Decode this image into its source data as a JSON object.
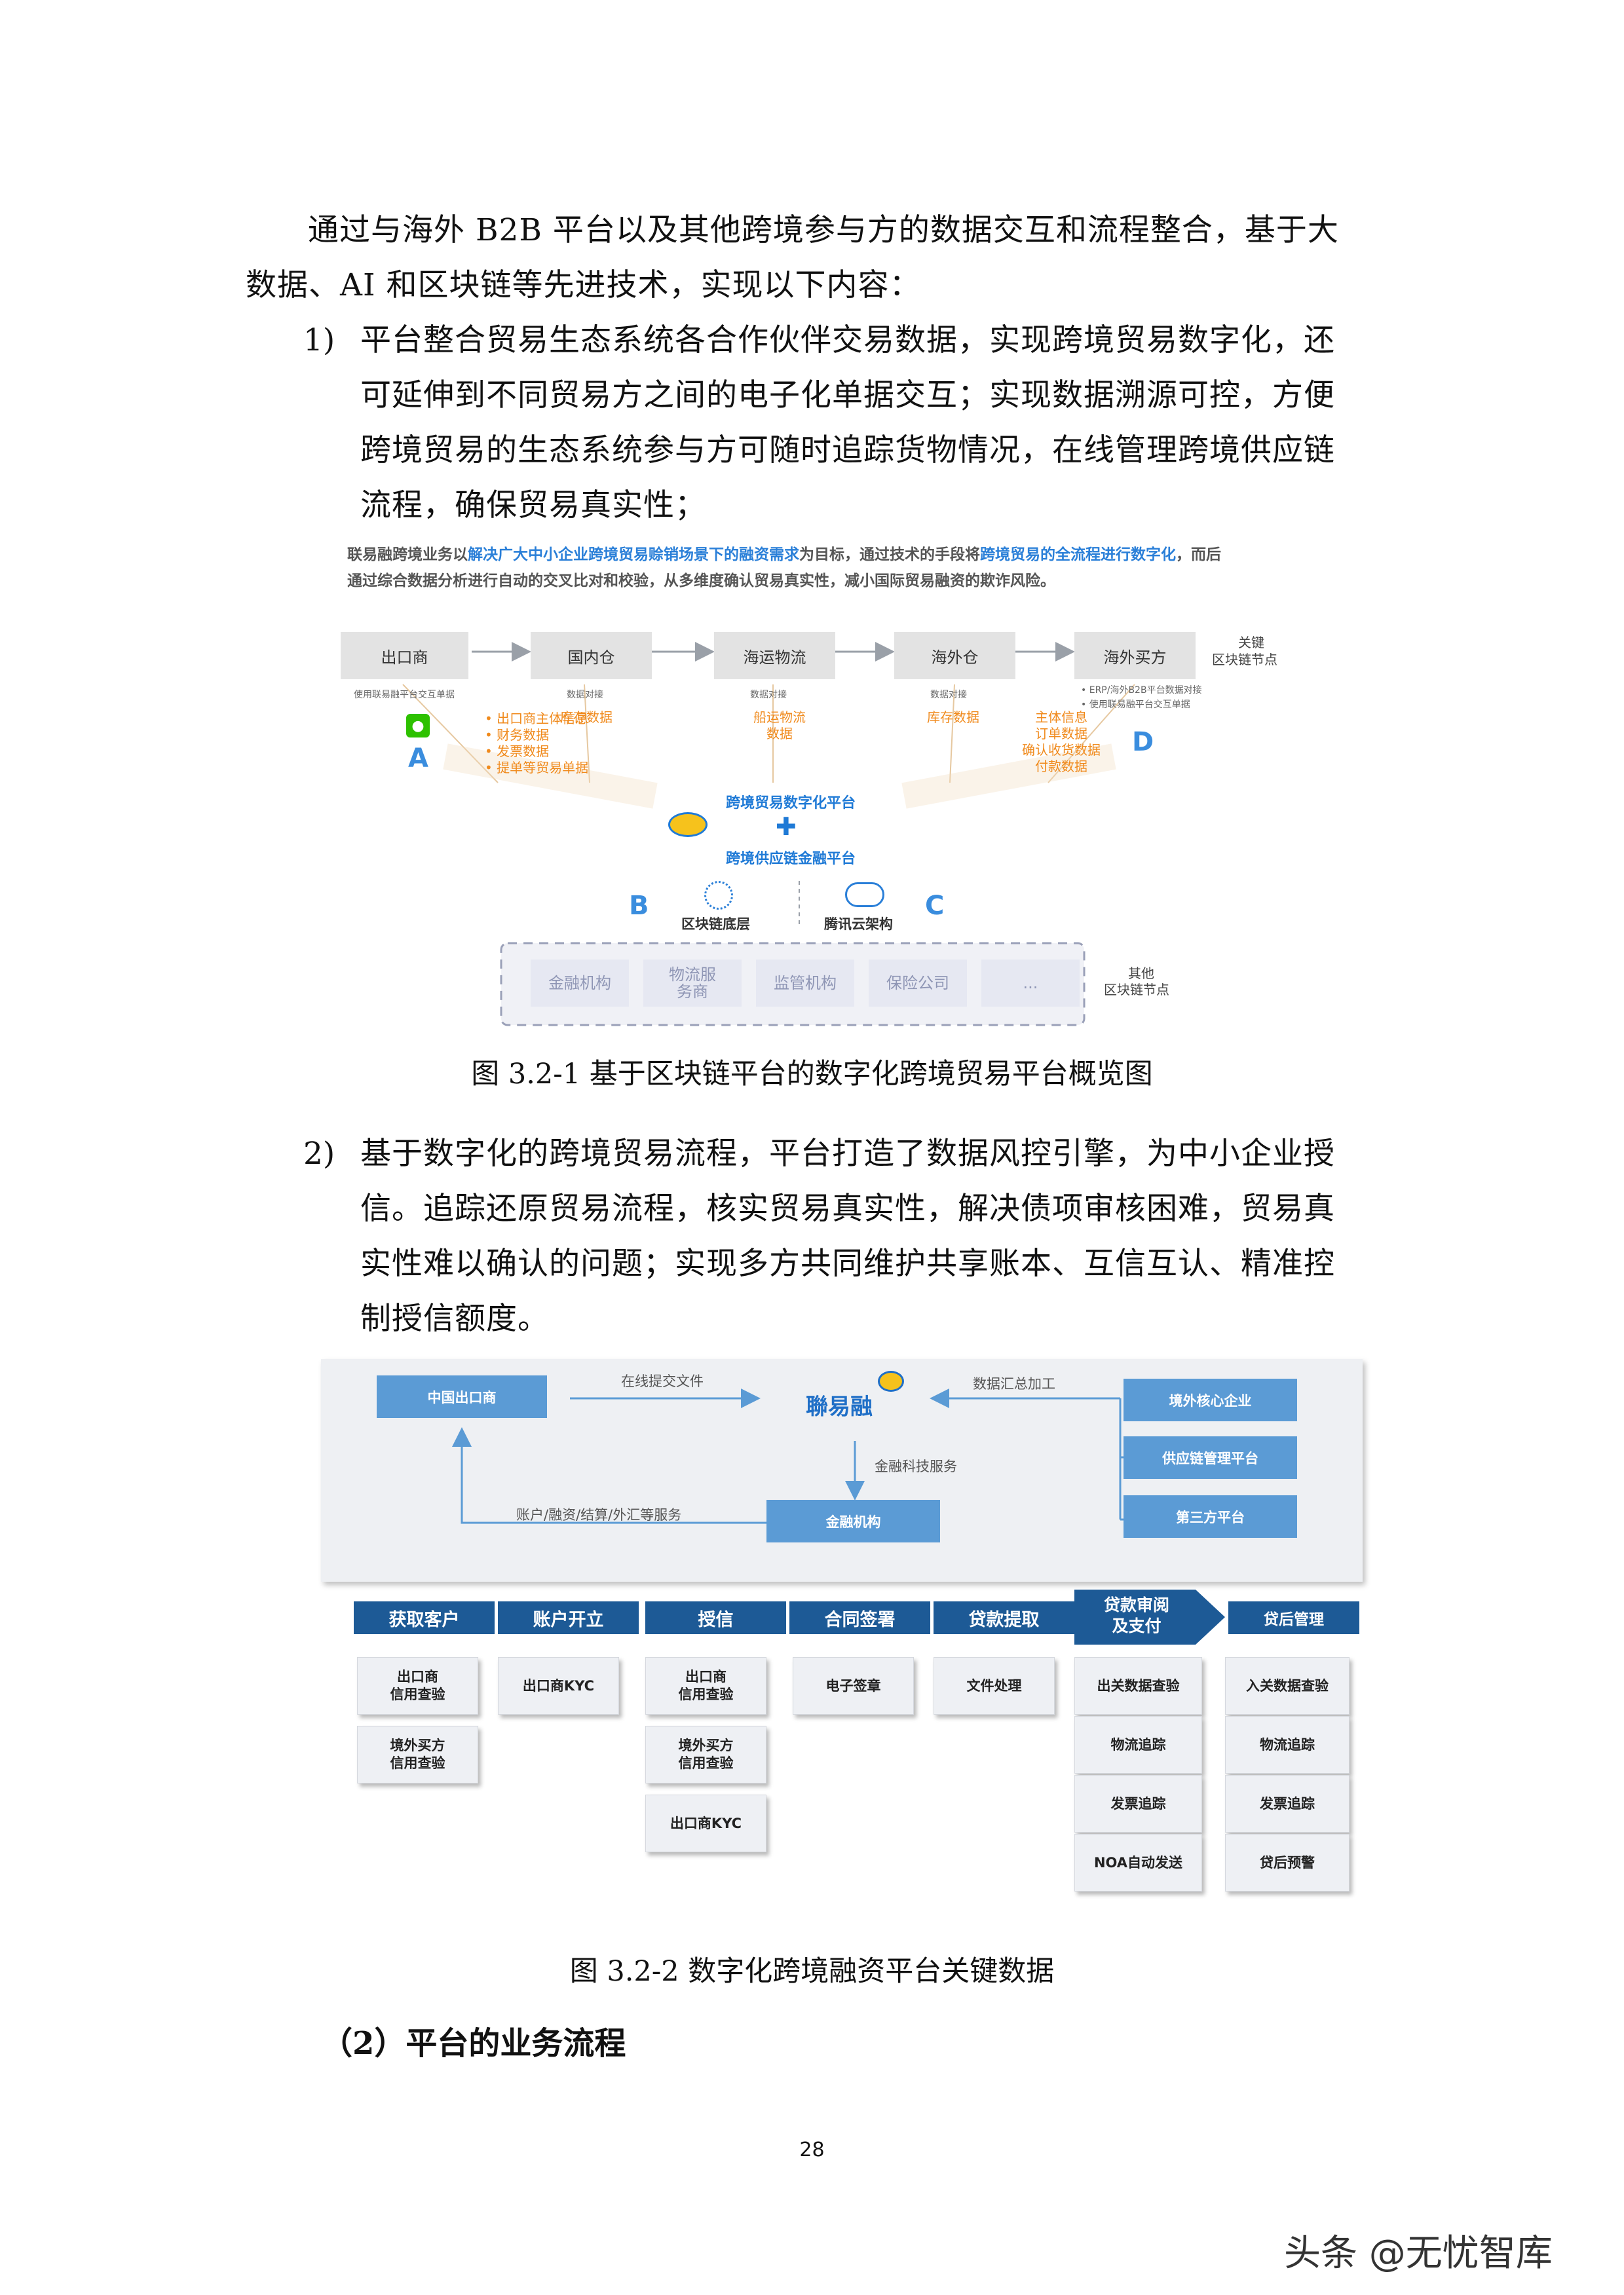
{
  "intro": {
    "line1": "通过与海外 B2B 平台以及其他跨境参与方的数据交互和流程整合，基于大",
    "line2": "数据、AI 和区块链等先进技术，实现以下内容："
  },
  "item1": {
    "num": "1)",
    "lines": [
      "平台整合贸易生态系统各合作伙伴交易数据，实现跨境贸易数字化，还",
      "可延伸到不同贸易方之间的电子化单据交互；实现数据溯源可控，方便",
      "跨境贸易的生态系统参与方可随时追踪货物情况，在线管理跨境供应链",
      "流程，确保贸易真实性；"
    ]
  },
  "fig1": {
    "header_line1": {
      "a": "联易融跨境业务以",
      "b": "解决广大中小企业跨境贸易赊销场景下的融资需求",
      "c": "为目标，通过技术的手段将",
      "d": "跨境贸易的全流程进行数字化",
      "e": "，而后"
    },
    "header_line2": "通过综合数据分析进行自动的交叉比对和校验，从多维度确认贸易真实性，减小国际贸易融资的欺诈风险。",
    "nodes": [
      "出口商",
      "国内仓",
      "海运物流",
      "海外仓",
      "海外买方"
    ],
    "key_node_label": [
      "关键",
      "区块链节点"
    ],
    "sub": [
      "使用联易融平台交互单据",
      "数据对接",
      "数据对接",
      "数据对接"
    ],
    "right_notes": [
      "ERP/海外B2B平台数据对接",
      "使用联易融平台交互单据"
    ],
    "a_items": [
      "出口商主体信息",
      "财务数据",
      "发票数据",
      "提单等贸易单据"
    ],
    "mid_items": {
      "stock1": "库存数据",
      "ship": [
        "船运物流",
        "数据"
      ],
      "stock2": "库存数据"
    },
    "d_items": [
      "主体信息",
      "订单数据",
      "确认收货数据",
      "付款数据"
    ],
    "letters": {
      "a": "A",
      "b": "B",
      "c": "C",
      "d": "D"
    },
    "platform1": "跨境贸易数字化平台",
    "platform2": "跨境供应链金融平台",
    "plus": "✚",
    "blockchain": "区块链底层",
    "cloud": "腾讯云架构",
    "others": [
      "金融机构",
      "物流服务商",
      "监管机构",
      "保险公司",
      "..."
    ],
    "other_label": [
      "其他",
      "区块链节点"
    ],
    "caption": "图  3.2-1  基于区块链平台的数字化跨境贸易平台概览图"
  },
  "item2": {
    "num": "2)",
    "lines": [
      "基于数字化的跨境贸易流程，平台打造了数据风控引擎，为中小企业授",
      "信。追踪还原贸易流程，核实贸易真实性，解决债项审核困难，贸易真",
      "实性难以确认的问题；实现多方共同维护共享账本、互信互认、精准控",
      "制授信额度。"
    ]
  },
  "fig2": {
    "exporter": "中国出口商",
    "submit": "在线提交文件",
    "logo": "聯易融",
    "aggregate": "数据汇总加工",
    "fintech": "金融科技服务",
    "account_services": "账户/融资/结算/外汇等服务",
    "bank": "金融机构",
    "right": [
      "境外核心企业",
      "供应链管理平台",
      "第三方平台"
    ],
    "steps": [
      {
        "title": "获取客户",
        "cards": [
          "出口商\n信用查验",
          "境外买方\n信用查验"
        ]
      },
      {
        "title": "账户开立",
        "cards": [
          "出口商KYC"
        ]
      },
      {
        "title": "授信",
        "cards": [
          "出口商\n信用查验",
          "境外买方\n信用查验",
          "出口商KYC"
        ]
      },
      {
        "title": "合同签署",
        "cards": [
          "电子签章"
        ]
      },
      {
        "title": "贷款提取",
        "cards": [
          "文件处理"
        ]
      },
      {
        "title": "贷款审阅\n及支付",
        "cards": [
          "出关数据查验",
          "物流追踪",
          "发票追踪",
          "NOA自动发送"
        ]
      },
      {
        "title": "贷后管理",
        "cards": [
          "入关数据查验",
          "物流追踪",
          "发票追踪",
          "贷后预警"
        ]
      }
    ],
    "caption": "图  3.2-2  数字化跨境融资平台关键数据"
  },
  "section": "（2）平台的业务流程",
  "page_number": "28",
  "watermark": "头条 @无忧智库"
}
